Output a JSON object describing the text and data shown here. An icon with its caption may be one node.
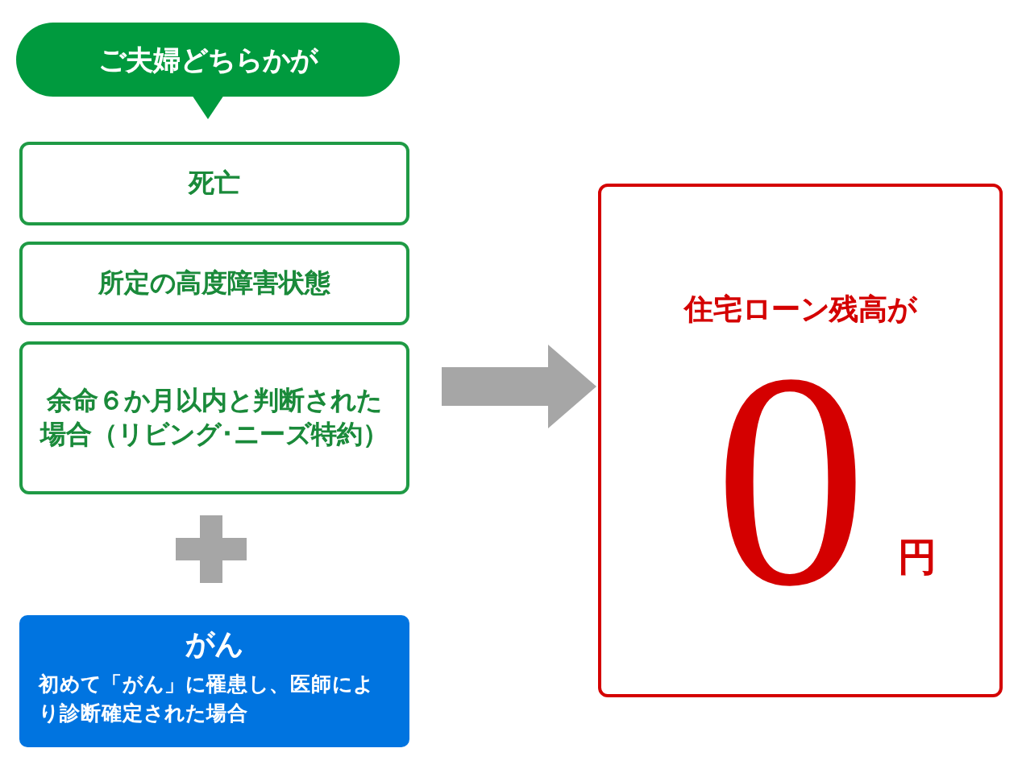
{
  "diagram": {
    "nodes": [
      {
        "text": [
          "ご夫婦どちらかが"
        ]
      },
      {
        "text": [
          "死亡"
        ]
      },
      {
        "text": [
          "所定の高度障害状態"
        ]
      },
      {
        "text": [
          "余命６か月以内と判断された場合（リビング･ニーズ特約）"
        ]
      },
      {
        "text": [
          "がん",
          "初めて「がん」に罹患し、医師により診断確定された場合"
        ]
      },
      {
        "text": [
          "住宅ローン残高が",
          "0",
          "円"
        ]
      }
    ],
    "edges": [
      {
        "from": null,
        "to": 5,
        "arrow": "to"
      }
    ]
  }
}
